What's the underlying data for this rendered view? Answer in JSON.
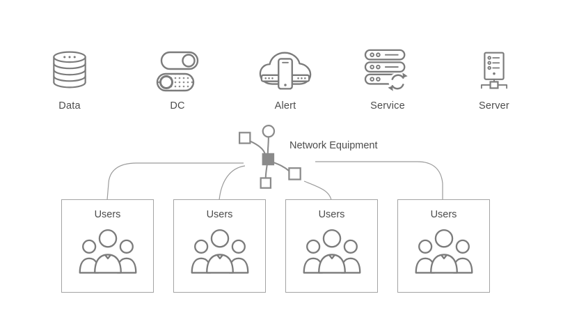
{
  "diagram": {
    "top_icons": [
      {
        "label": "Data",
        "icon": "database-icon"
      },
      {
        "label": "DC",
        "icon": "toggle-switches-icon"
      },
      {
        "label": "Alert",
        "icon": "cloud-phone-icon"
      },
      {
        "label": "Service",
        "icon": "server-sync-icon"
      },
      {
        "label": "Server",
        "icon": "server-tower-icon"
      }
    ],
    "network": {
      "label": "Network Equipment"
    },
    "user_groups": [
      {
        "label": "Users"
      },
      {
        "label": "Users"
      },
      {
        "label": "Users"
      },
      {
        "label": "Users"
      }
    ],
    "colors": {
      "line": "#7b7b7b",
      "connector": "#9a9a9a",
      "text": "#4c4c4c",
      "box_border": "#a3a3a3",
      "background": "#ffffff"
    }
  }
}
